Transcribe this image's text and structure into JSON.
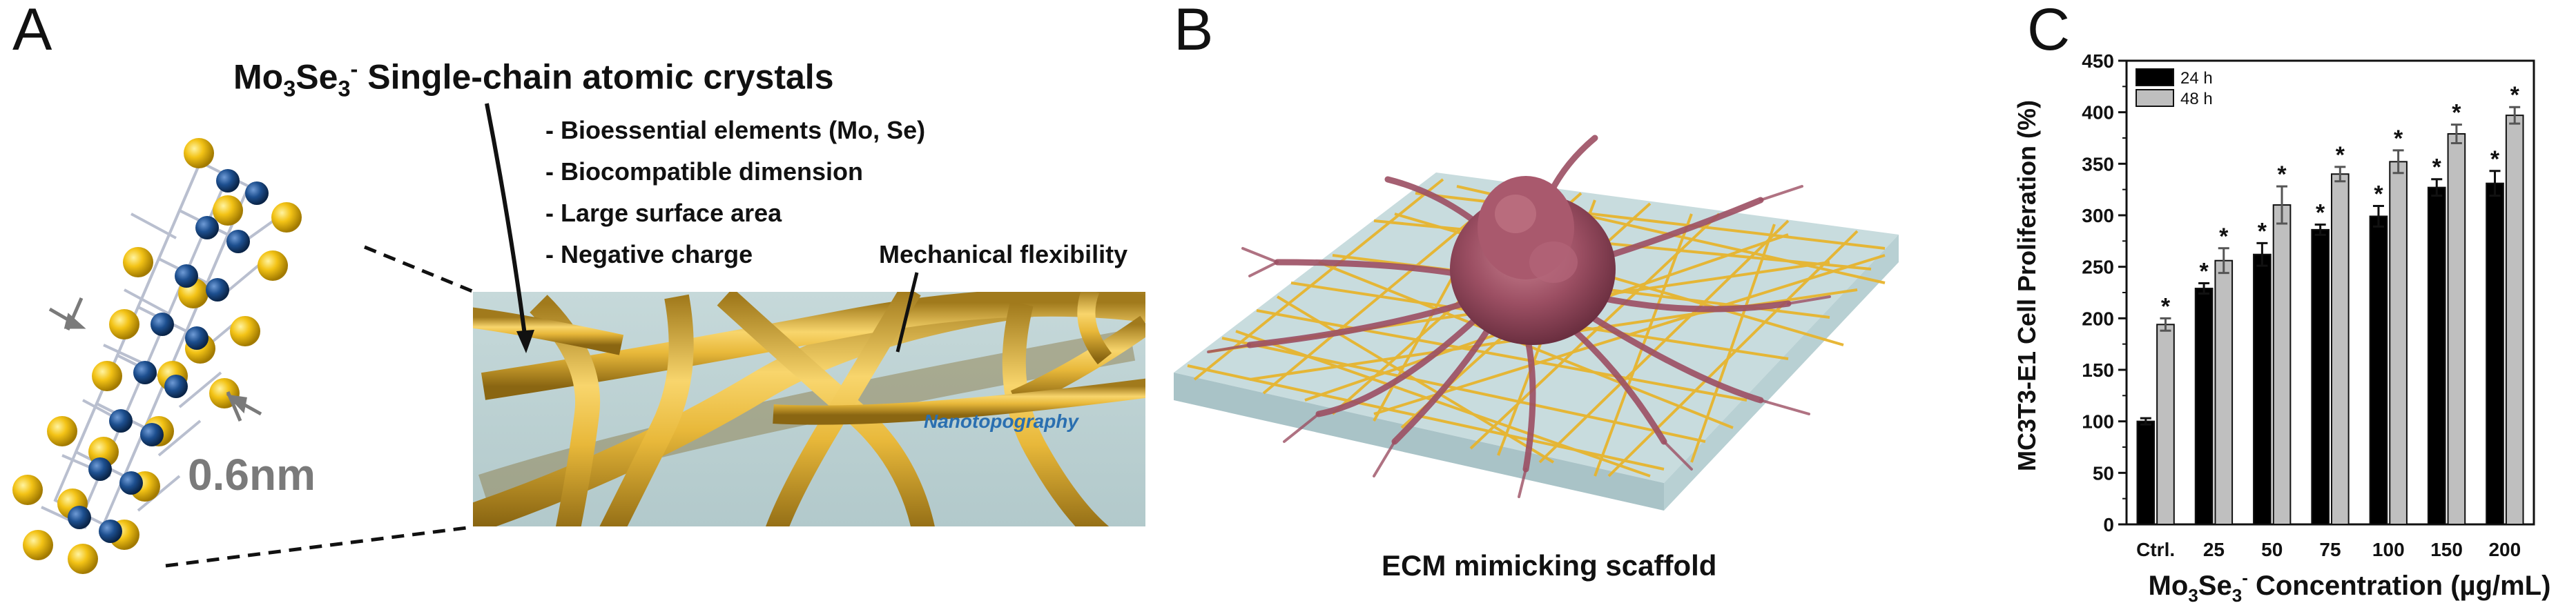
{
  "panel_a": {
    "letter": "A",
    "title_formula": {
      "base1": "Mo",
      "sub1": "3",
      "base2": "Se",
      "sub2": "3",
      "sup": "-"
    },
    "title_text": "Single-chain atomic crystals",
    "bullets": [
      "- Bioessential elements (Mo, Se)",
      "- Biocompatible dimension",
      "- Large surface area",
      "- Negative charge"
    ],
    "flex_label": "Mechanical flexibility",
    "nano_label": "Nanotopography",
    "dim_label": "0.6nm",
    "colors": {
      "se_atom": "#f3c316",
      "mo_atom": "#1d4f8f",
      "fiber": "#e8b83a",
      "substrate": "#c9dcdd"
    }
  },
  "panel_b": {
    "letter": "B",
    "caption": "ECM mimicking scaffold",
    "colors": {
      "cell": "#9c4f63",
      "fiber": "#e7b42e",
      "substrate": "#c8dcde"
    }
  },
  "panel_c": {
    "letter": "C",
    "chart_data": {
      "type": "bar",
      "categories": [
        "Ctrl.",
        "25",
        "50",
        "75",
        "100",
        "150",
        "200"
      ],
      "series": [
        {
          "name": "24 h",
          "values": [
            100,
            229,
            262,
            286,
            299,
            327,
            331
          ],
          "errors": [
            3,
            5,
            11,
            5,
            10,
            8,
            12
          ],
          "sig": [
            "",
            "*",
            "*",
            "*",
            "*",
            "*",
            "*"
          ],
          "color": "#000000"
        },
        {
          "name": "48 h",
          "values": [
            194,
            256,
            310,
            340,
            352,
            379,
            397
          ],
          "errors": [
            6,
            12,
            18,
            7,
            11,
            9,
            8
          ],
          "sig": [
            "*",
            "*",
            "*",
            "*",
            "*",
            "*",
            "*"
          ],
          "color": "#bfbfbf"
        }
      ],
      "ylabel": "MC3T3-E1 Cell Proliferation (%)",
      "xlabel_parts": {
        "base1": "Mo",
        "sub1": "3",
        "base2": "Se",
        "sub2": "3",
        "sup": "-",
        "rest": " Concentration (µg/mL)"
      },
      "ylim": [
        0,
        450
      ],
      "yticks": [
        0,
        50,
        100,
        150,
        200,
        250,
        300,
        350,
        400,
        450
      ],
      "legend_placement": "top-left",
      "grid": false
    }
  }
}
